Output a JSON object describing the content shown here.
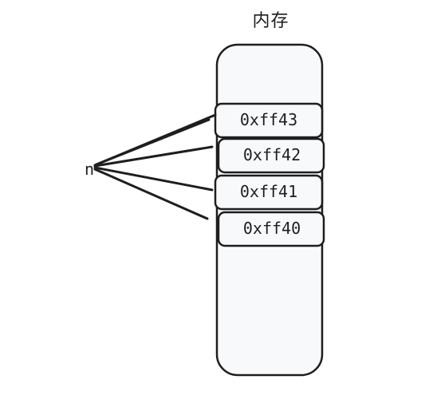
{
  "diagram": {
    "title": "内存",
    "pointer_label": "n",
    "cells": [
      {
        "address": "0xff43"
      },
      {
        "address": "0xff42"
      },
      {
        "address": "0xff41"
      },
      {
        "address": "0xff40"
      }
    ],
    "colors": {
      "stroke": "#1e1e1e",
      "fill": "#f8f9fa",
      "background": "#ffffff"
    }
  }
}
